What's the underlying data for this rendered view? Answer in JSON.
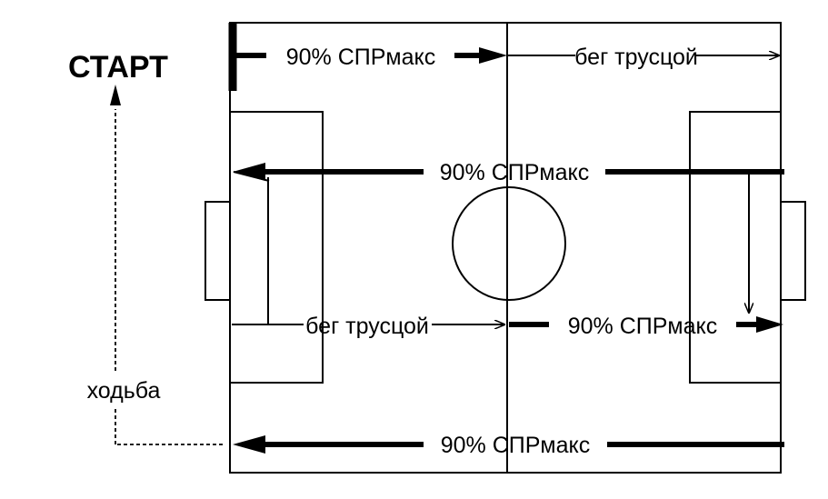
{
  "start_label": "СТАРТ",
  "walk_label": "ходьба",
  "segments": {
    "top_left": "90% СПРмакс",
    "top_right": "бег трусцой",
    "upper_return": "90% СПРмакс",
    "middle_left": "бег трусцой",
    "middle_right": "90% СПРмакс",
    "bottom_return": "90% СПРмакс"
  },
  "colors": {
    "line": "#000000",
    "background": "#ffffff"
  }
}
